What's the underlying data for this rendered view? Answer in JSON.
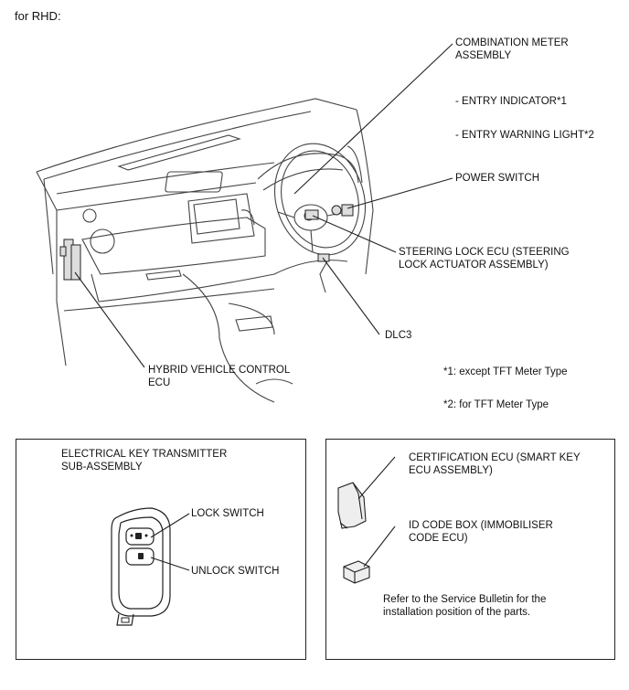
{
  "header": {
    "title": "for RHD:"
  },
  "labels": {
    "combination_meter": "COMBINATION METER\nASSEMBLY",
    "entry_indicator": "- ENTRY INDICATOR*1",
    "entry_warning": "- ENTRY WARNING LIGHT*2",
    "power_switch": "POWER SWITCH",
    "steering_lock": "STEERING LOCK ECU (STEERING\nLOCK ACTUATOR ASSEMBLY)",
    "dlc3": "DLC3",
    "hybrid_ecu": "HYBRID VEHICLE CONTROL\nECU"
  },
  "notes": {
    "note1": "*1: except TFT Meter Type",
    "note2": "*2: for TFT Meter Type"
  },
  "left_box": {
    "title": "ELECTRICAL KEY TRANSMITTER\nSUB-ASSEMBLY",
    "lock_switch": "LOCK SWITCH",
    "unlock_switch": "UNLOCK SWITCH"
  },
  "right_box": {
    "certification_ecu": "CERTIFICATION ECU (SMART KEY\nECU ASSEMBLY)",
    "id_code_box": "ID CODE BOX (IMMOBILISER\nCODE ECU)",
    "service_note": "Refer to the Service Bulletin for the\ninstallation position of the parts."
  }
}
